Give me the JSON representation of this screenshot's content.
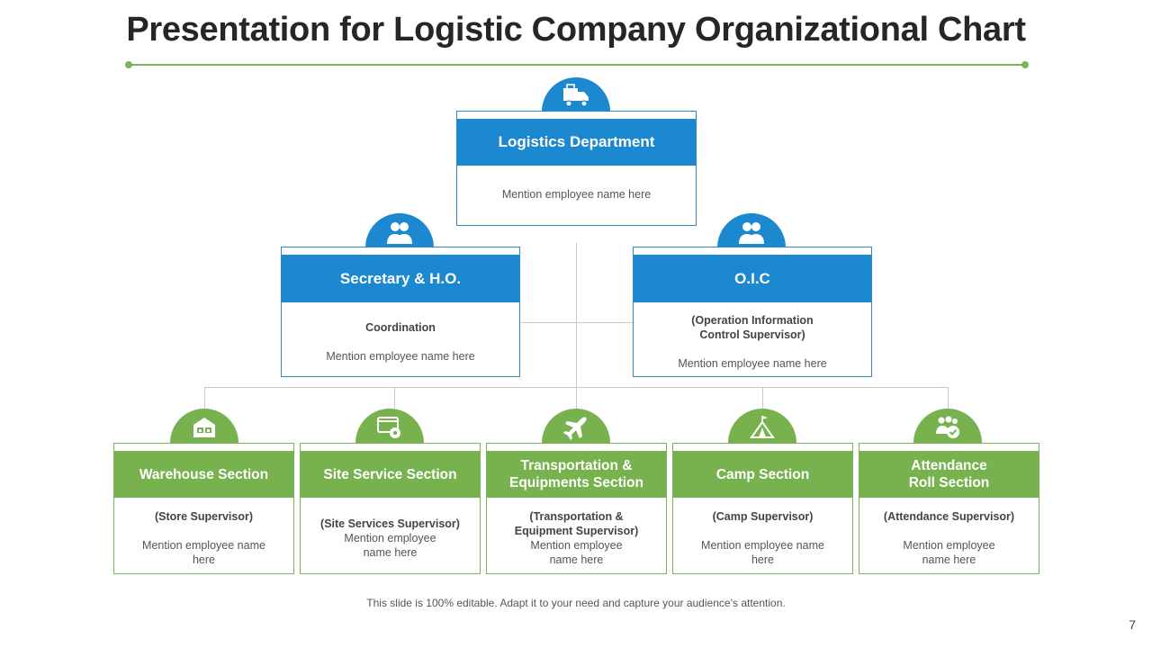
{
  "title": "Presentation for Logistic Company Organizational Chart",
  "footer": "This slide is 100% editable. Adapt it to your need and capture your audience’s attention.",
  "page_number": "7",
  "colors": {
    "blue": "#1c88d0",
    "green": "#78b24f",
    "line": "#c9c9c9"
  },
  "top": {
    "icon": "delivery-truck-icon",
    "title": "Logistics Department",
    "name": "Mention employee name here"
  },
  "left": {
    "icon": "team-people-icon",
    "title": "Secretary & H.O.",
    "subtitle": "Coordination",
    "name": "Mention employee name here"
  },
  "right": {
    "icon": "team-people-icon",
    "title": "O.I.C",
    "subtitle_line1": "(Operation Information",
    "subtitle_line2": "Control Supervisor)",
    "name": "Mention employee name here"
  },
  "sections": [
    {
      "icon": "warehouse-icon",
      "title_line1": "Warehouse Section",
      "title_line2": "",
      "sub_line1": "(Store Supervisor)",
      "sub_line2": "",
      "name_line1": "Mention employee name",
      "name_line2": "here"
    },
    {
      "icon": "service-gear-icon",
      "title_line1": "Site Service Section",
      "title_line2": "",
      "sub_line1": "(Site Services Supervisor)",
      "sub_line2": "",
      "name_line1": "Mention employee",
      "name_line2": "name here"
    },
    {
      "icon": "airplane-icon",
      "title_line1": "Transportation &",
      "title_line2": "Equipments Section",
      "sub_line1": "(Transportation &",
      "sub_line2": "Equipment Supervisor)",
      "name_line1": "Mention employee",
      "name_line2": "name here"
    },
    {
      "icon": "tent-camp-icon",
      "title_line1": "Camp Section",
      "title_line2": "",
      "sub_line1": "(Camp Supervisor)",
      "sub_line2": "",
      "name_line1": "Mention employee name",
      "name_line2": "here"
    },
    {
      "icon": "attendance-group-icon",
      "title_line1": "Attendance",
      "title_line2": "Roll Section",
      "sub_line1": "(Attendance Supervisor)",
      "sub_line2": "",
      "name_line1": "Mention employee",
      "name_line2": "name here"
    }
  ]
}
